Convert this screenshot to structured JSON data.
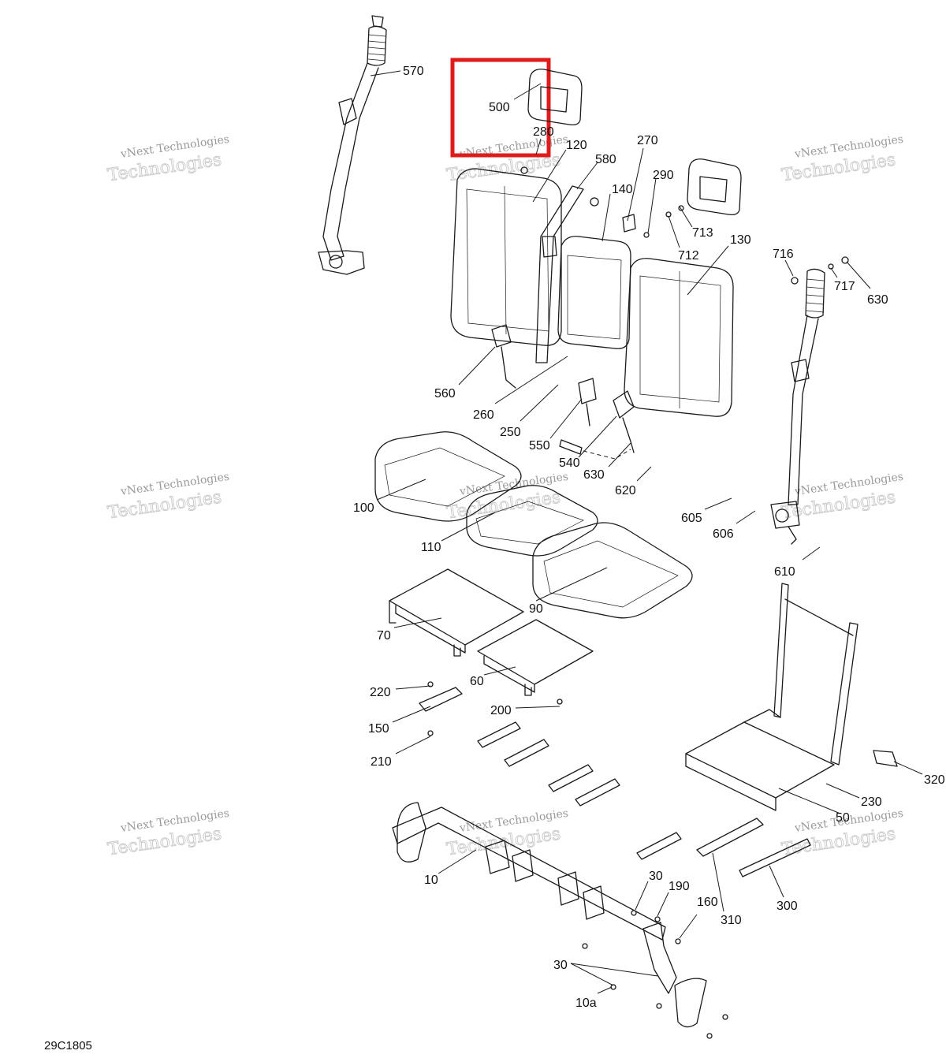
{
  "diagram_code": "29C1805",
  "watermark": {
    "line1": "vNext Technologies",
    "line2": "Technologies"
  },
  "highlight": {
    "color": "#e01b1b",
    "target": "500"
  },
  "callouts": [
    "570",
    "500",
    "280",
    "120",
    "270",
    "580",
    "140",
    "290",
    "713",
    "712",
    "130",
    "716",
    "717",
    "630",
    "560",
    "260",
    "250",
    "550",
    "540",
    "630",
    "620",
    "605",
    "606",
    "610",
    "100",
    "110",
    "90",
    "70",
    "60",
    "200",
    "220",
    "150",
    "210",
    "320",
    "230",
    "50",
    "10",
    "30",
    "190",
    "160",
    "310",
    "300",
    "30",
    "10a"
  ]
}
